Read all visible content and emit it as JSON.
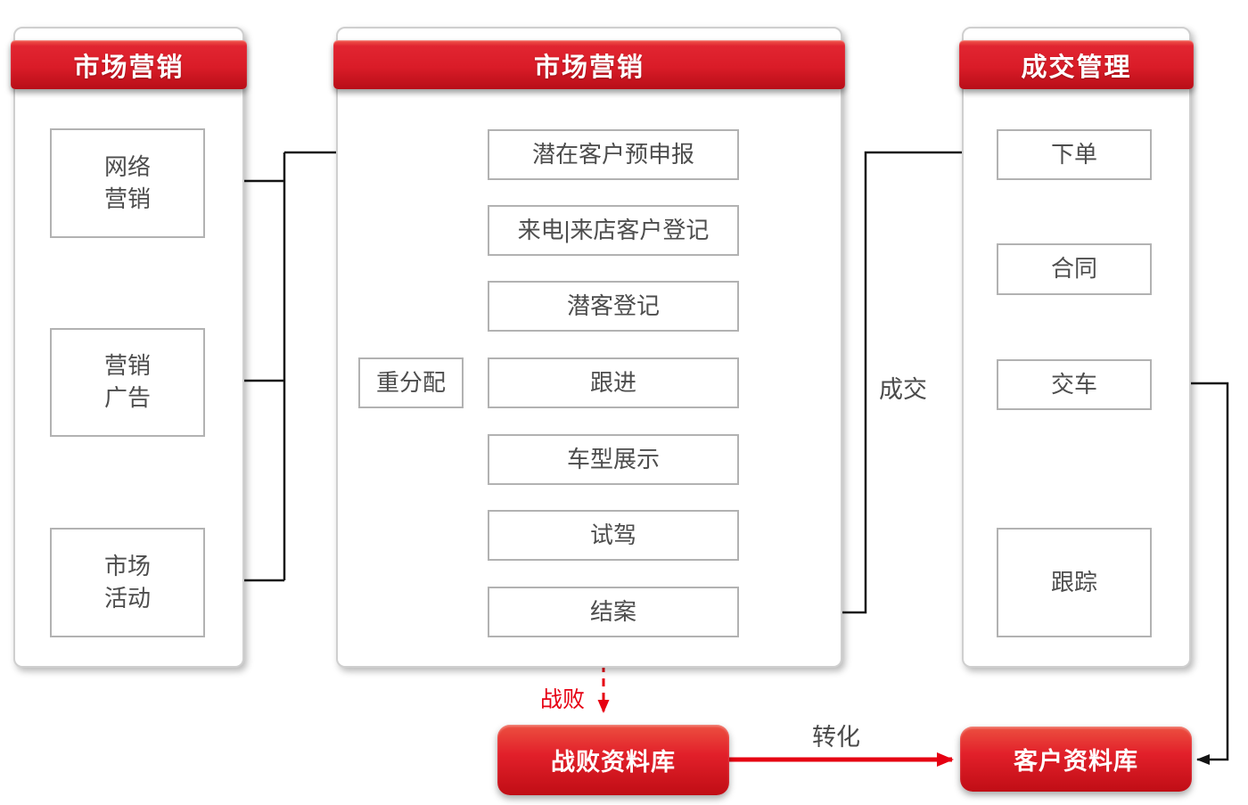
{
  "colors": {
    "brand_red": "#e60012",
    "line_black": "#1a1a1a",
    "node_border": "#b2b2b2",
    "node_text": "#4d4d4d"
  },
  "panels": {
    "left": {
      "title": "市场营销",
      "nodes": [
        {
          "label": "网络\n营销"
        },
        {
          "label": "营销\n广告"
        },
        {
          "label": "市场\n活动"
        }
      ]
    },
    "middle": {
      "title": "市场营销",
      "nodes": [
        {
          "label": "潜在客户预申报"
        },
        {
          "label": "来电|来店客户登记"
        },
        {
          "label": "潜客登记"
        },
        {
          "label": "跟进"
        },
        {
          "label": "车型展示"
        },
        {
          "label": "试驾"
        },
        {
          "label": "结案"
        }
      ],
      "side_node": {
        "label": "重分配"
      }
    },
    "right": {
      "title": "成交管理",
      "nodes": [
        {
          "label": "下单"
        },
        {
          "label": "合同"
        },
        {
          "label": "交车"
        },
        {
          "label": "跟踪"
        }
      ]
    }
  },
  "databases": {
    "lost": {
      "label": "战败资料库"
    },
    "customer": {
      "label": "客户资料库"
    }
  },
  "edge_labels": {
    "deal": "成交",
    "convert": "转化",
    "lost": "战败"
  }
}
